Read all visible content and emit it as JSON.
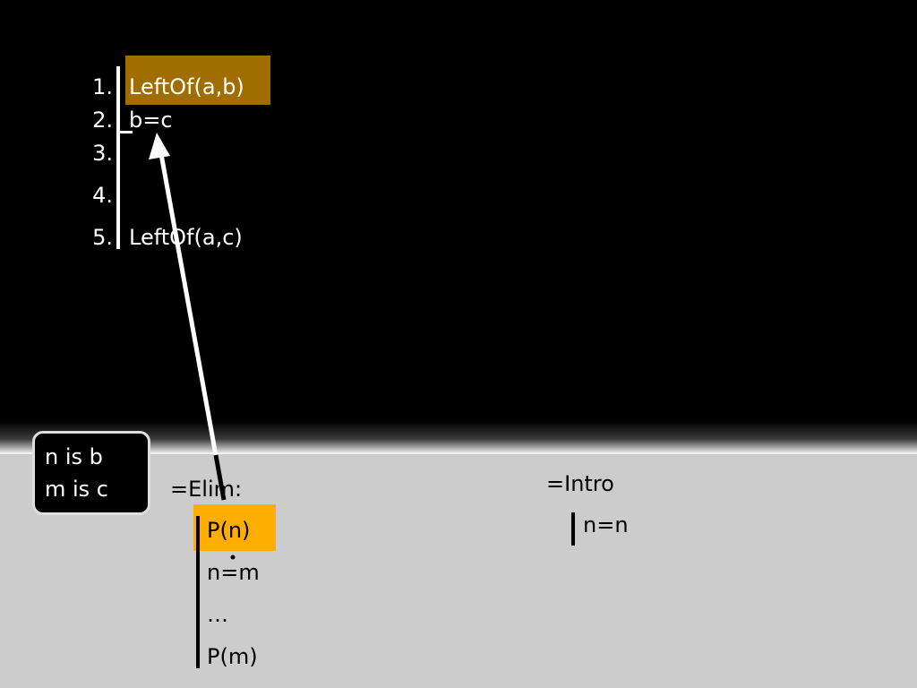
{
  "proof": {
    "lines": [
      {
        "number": "1.",
        "formula": "LeftOf(a,b)"
      },
      {
        "number": "2.",
        "formula": "b=c"
      },
      {
        "number": "3.",
        "formula": ""
      },
      {
        "number": "4.",
        "formula": ""
      },
      {
        "number": "5.",
        "formula": "LeftOf(a,c)"
      }
    ]
  },
  "substitution": {
    "line1": "n is b",
    "line2": "m is c"
  },
  "elim_rule": {
    "title": "=Elim:",
    "steps": [
      "P(n)",
      "n=m",
      "…",
      "P(m)"
    ]
  },
  "intro_rule": {
    "title": "=Intro",
    "steps": [
      "n=n"
    ]
  },
  "colors": {
    "highlight": "#ffae00",
    "highlight_dim": "#a06d00",
    "background_top": "#000000",
    "background_bottom": "#cccccc"
  }
}
